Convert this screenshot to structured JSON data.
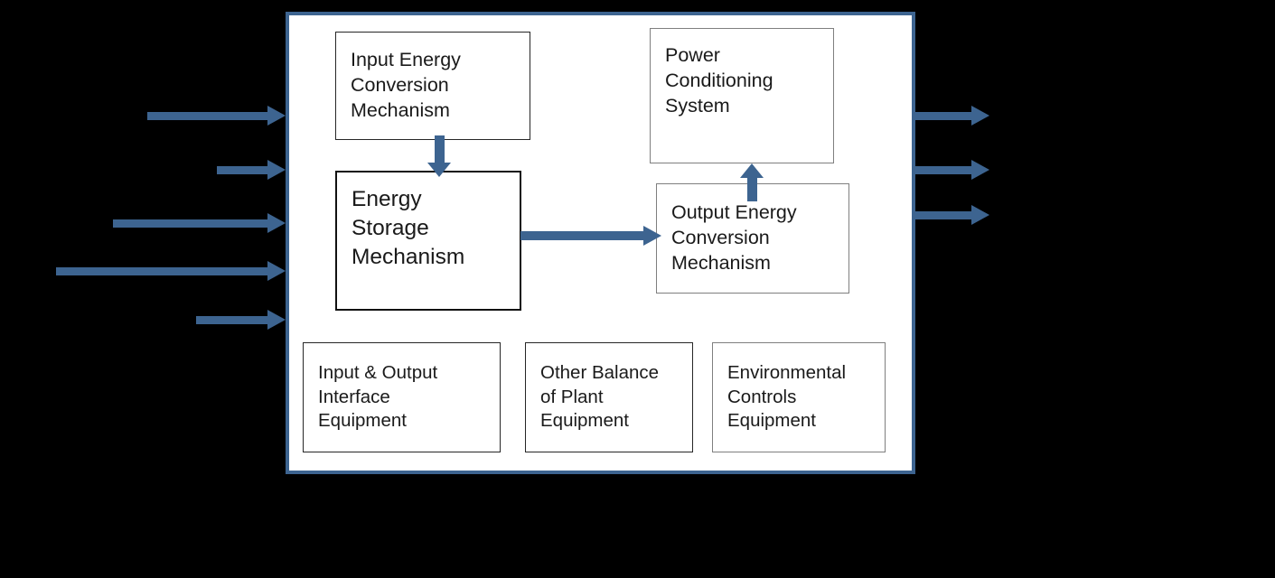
{
  "diagram": {
    "background_color": "#000000",
    "boundary": {
      "label": "system-boundary",
      "fill_color": "#ffffff",
      "border_color": "#3d6490"
    },
    "accent_color": "#3d6490",
    "boxes": [
      {
        "id": "input-energy-conversion-mechanism",
        "lines": [
          "Input Energy",
          "Conversion",
          "Mechanism"
        ],
        "border_color": "#262626"
      },
      {
        "id": "power-conditioning-system",
        "lines": [
          "Power",
          "Conditioning",
          "System"
        ],
        "border_color": "#7f7f7f"
      },
      {
        "id": "energy-storage-mechanism",
        "lines": [
          "Energy",
          "Storage",
          "Mechanism"
        ],
        "border_color": "#111111"
      },
      {
        "id": "output-energy-conversion-mechanism",
        "lines": [
          "Output Energy",
          "Conversion",
          "Mechanism"
        ],
        "border_color": "#7f7f7f"
      },
      {
        "id": "input-output-interface-equipment",
        "lines": [
          "Input & Output",
          "Interface",
          "Equipment"
        ],
        "border_color": "#262626"
      },
      {
        "id": "other-balance-of-plant-equipment",
        "lines": [
          "Other Balance",
          "of Plant",
          "Equipment"
        ],
        "border_color": "#262626"
      },
      {
        "id": "environmental-controls-equipment",
        "lines": [
          "Environmental",
          "Controls",
          "Equipment"
        ],
        "border_color": "#7f7f7f"
      }
    ],
    "arrows": {
      "inputs": [
        {
          "id": "input-arrow-1"
        },
        {
          "id": "input-arrow-2"
        },
        {
          "id": "input-arrow-3"
        },
        {
          "id": "input-arrow-4"
        },
        {
          "id": "input-arrow-5"
        }
      ],
      "outputs": [
        {
          "id": "output-arrow-1"
        },
        {
          "id": "output-arrow-2"
        },
        {
          "id": "output-arrow-3"
        }
      ],
      "internal": [
        {
          "id": "input-conversion-to-storage-arrow",
          "direction": "down"
        },
        {
          "id": "storage-to-output-conversion-arrow",
          "direction": "right"
        },
        {
          "id": "output-conversion-to-power-conditioning-arrow",
          "direction": "up"
        }
      ]
    }
  }
}
